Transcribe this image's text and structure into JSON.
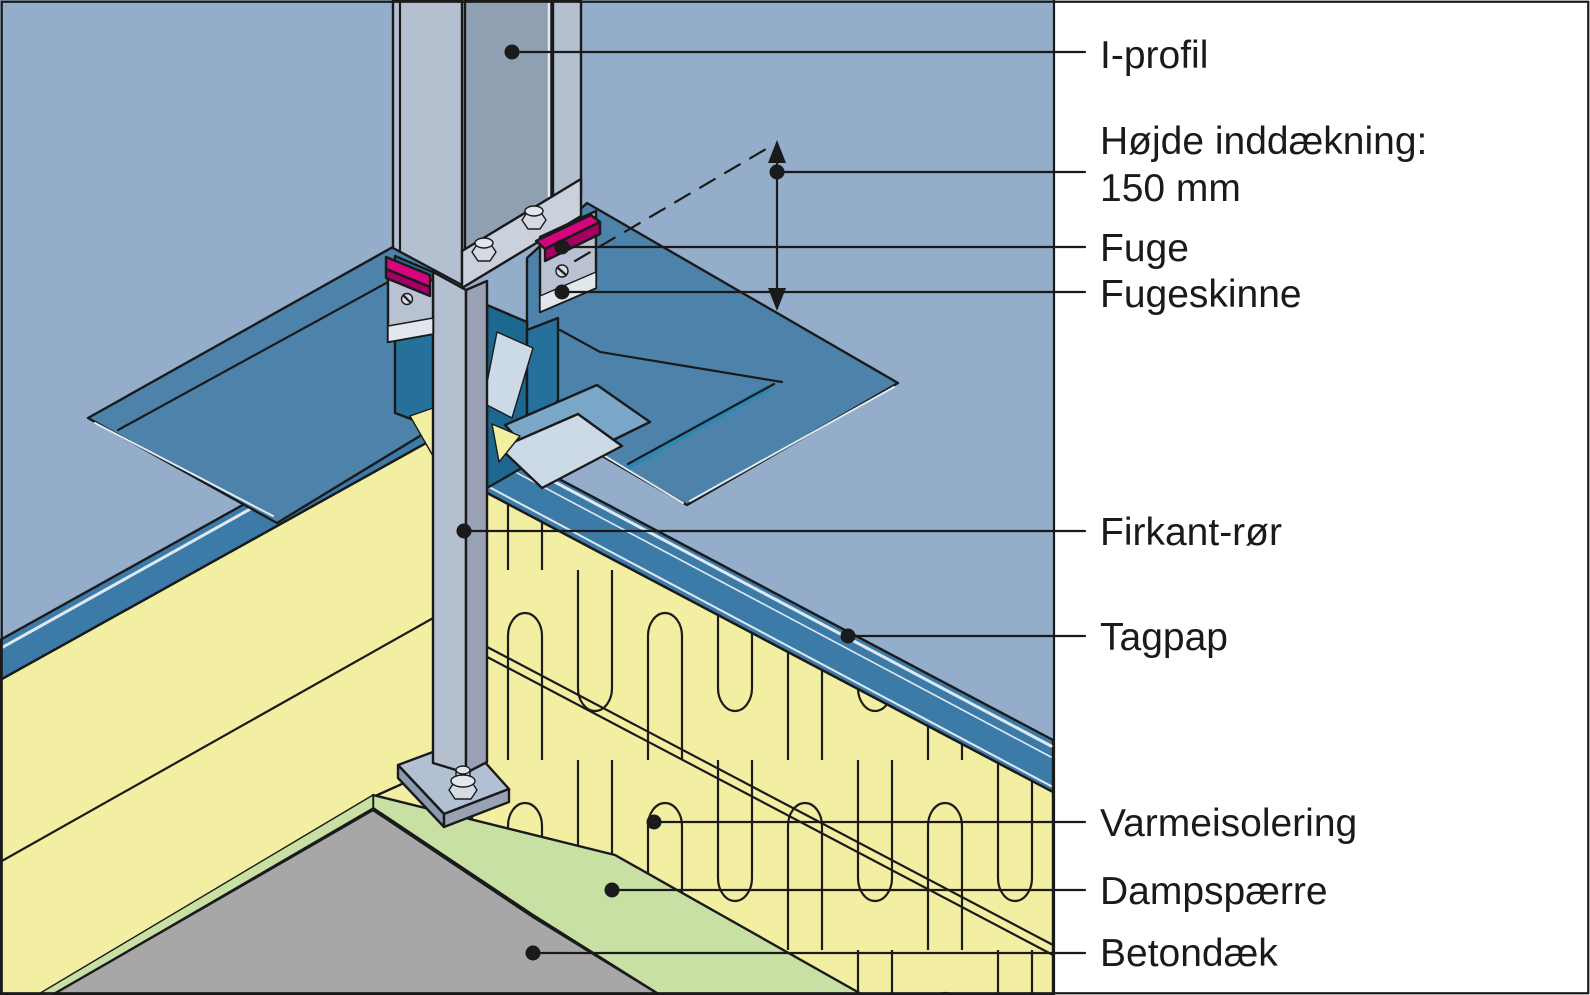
{
  "labels": {
    "i_profil": "I-profil",
    "hojde_inddaekning_line1": "Højde inddækning:",
    "hojde_inddaekning_line2": "150 mm",
    "fuge": "Fuge",
    "fugeskinne": "Fugeskinne",
    "firkant_ror": "Firkant-rør",
    "tagpap": "Tagpap",
    "varmeisolering": "Varmeisolering",
    "dampspaerre": "Dampspærre",
    "betondaek": "Betondæk"
  },
  "measurement": {
    "flashing_height_mm": 150
  },
  "colors": {
    "background": "#93adca",
    "panel": "#ffffff",
    "line": "#1a1a1a",
    "flashing": "#4d83aa",
    "flashing_dark": "#26719c",
    "flashing_darker": "#1d6890",
    "flashing_floor": "#7aa7c7",
    "flashing_light": "#ccd9e6",
    "seam_teal": "#2d87b5",
    "tagpap": "#3c7ba8",
    "tagpap_highlight": "#dfe9f2",
    "insulation": "#f2efa3",
    "insulation_line": "#1c1c1c",
    "vapor_barrier": "#c9e0a5",
    "concrete": "#a7a7a7",
    "steel_light": "#b4bfcf",
    "steel_mid": "#90a0b3",
    "steel_dark": "#98a2b4",
    "steel_pale": "#cad1dc",
    "steel_bright": "#e2e7ee",
    "steel_plate": "#b3bfd3",
    "steel_shadow": "#8d99ad",
    "bracket": "#b8c2d2",
    "bolt": "#d5dae3",
    "fuge": "#d5057f",
    "fuge_dark": "#a30063"
  }
}
